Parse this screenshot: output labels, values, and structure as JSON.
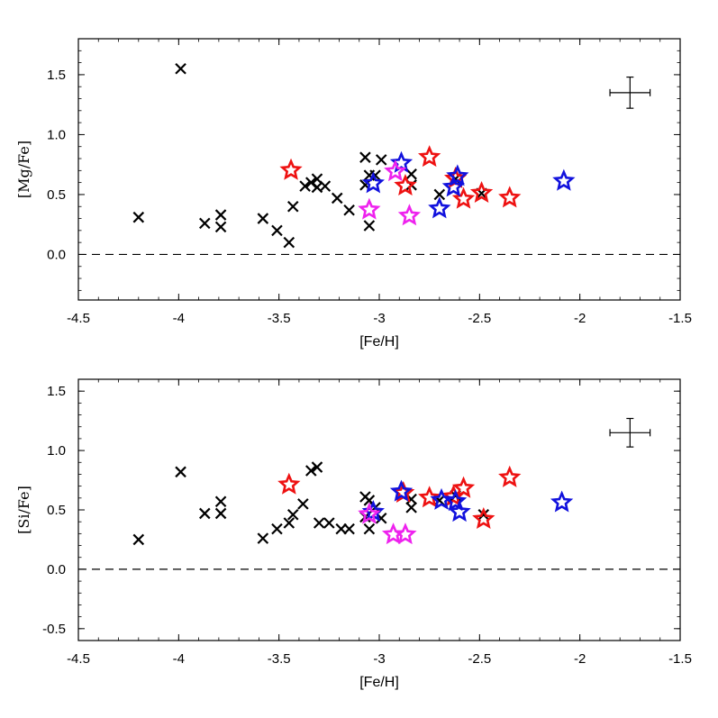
{
  "colors": {
    "cross": "#000000",
    "red": "#ee1111",
    "blue": "#1111dd",
    "magenta": "#ee22ee",
    "axis": "#000000"
  },
  "chart_data": [
    {
      "type": "scatter",
      "xlabel": "[Fe/H]",
      "ylabel": "[Mg/Fe]",
      "xlim": [
        -4.5,
        -1.5
      ],
      "ylim": [
        -0.38,
        1.8
      ],
      "xticks": [
        -4.5,
        -4,
        -3.5,
        -3,
        -2.5,
        -2,
        -1.5
      ],
      "xtick_labels": [
        "-4.5",
        "-4",
        "-3.5",
        "-3",
        "-2.5",
        "-2",
        "-1.5"
      ],
      "yticks": [
        0.0,
        0.5,
        1.0,
        1.5
      ],
      "ytick_labels": [
        "0.0",
        "0.5",
        "1.0",
        "1.5"
      ],
      "reference_line_y": 0.0,
      "error_bar": {
        "x": -1.75,
        "y": 1.35,
        "xerr": 0.1,
        "yerr": 0.13
      },
      "series": [
        {
          "marker": "cross",
          "color": "#000000",
          "points": [
            [
              -4.2,
              0.31
            ],
            [
              -3.99,
              1.55
            ],
            [
              -3.87,
              0.26
            ],
            [
              -3.79,
              0.33
            ],
            [
              -3.79,
              0.23
            ],
            [
              -3.58,
              0.3
            ],
            [
              -3.51,
              0.2
            ],
            [
              -3.45,
              0.1
            ],
            [
              -3.43,
              0.4
            ],
            [
              -3.37,
              0.57
            ],
            [
              -3.34,
              0.6
            ],
            [
              -3.31,
              0.63
            ],
            [
              -3.31,
              0.56
            ],
            [
              -3.27,
              0.57
            ],
            [
              -3.21,
              0.47
            ],
            [
              -3.15,
              0.37
            ],
            [
              -3.07,
              0.81
            ],
            [
              -3.07,
              0.58
            ],
            [
              -3.05,
              0.66
            ],
            [
              -3.05,
              0.24
            ],
            [
              -3.02,
              0.66
            ],
            [
              -2.99,
              0.79
            ],
            [
              -2.84,
              0.67
            ],
            [
              -2.84,
              0.58
            ],
            [
              -2.7,
              0.5
            ],
            [
              -2.62,
              0.63
            ],
            [
              -2.49,
              0.51
            ]
          ]
        },
        {
          "marker": "star",
          "color": "#ee1111",
          "points": [
            [
              -3.44,
              0.71
            ],
            [
              -2.87,
              0.58
            ],
            [
              -2.75,
              0.82
            ],
            [
              -2.62,
              0.64
            ],
            [
              -2.58,
              0.47
            ],
            [
              -2.49,
              0.52
            ],
            [
              -2.35,
              0.48
            ]
          ]
        },
        {
          "marker": "star",
          "color": "#1111dd",
          "points": [
            [
              -3.03,
              0.6
            ],
            [
              -2.89,
              0.77
            ],
            [
              -2.7,
              0.39
            ],
            [
              -2.63,
              0.57
            ],
            [
              -2.61,
              0.66
            ],
            [
              -2.08,
              0.62
            ]
          ]
        },
        {
          "marker": "star",
          "color": "#ee22ee",
          "points": [
            [
              -3.05,
              0.38
            ],
            [
              -2.92,
              0.7
            ],
            [
              -2.85,
              0.33
            ]
          ]
        }
      ]
    },
    {
      "type": "scatter",
      "xlabel": "[Fe/H]",
      "ylabel": "[Si/Fe]",
      "xlim": [
        -4.5,
        -1.5
      ],
      "ylim": [
        -0.6,
        1.6
      ],
      "xticks": [
        -4.5,
        -4,
        -3.5,
        -3,
        -2.5,
        -2,
        -1.5
      ],
      "xtick_labels": [
        "-4.5",
        "-4",
        "-3.5",
        "-3",
        "-2.5",
        "-2",
        "-1.5"
      ],
      "yticks": [
        -0.5,
        0.0,
        0.5,
        1.0,
        1.5
      ],
      "ytick_labels": [
        "-0.5",
        "0.0",
        "0.5",
        "1.0",
        "1.5"
      ],
      "reference_line_y": 0.0,
      "error_bar": {
        "x": -1.75,
        "y": 1.15,
        "xerr": 0.1,
        "yerr": 0.12
      },
      "series": [
        {
          "marker": "cross",
          "color": "#000000",
          "points": [
            [
              -4.2,
              0.25
            ],
            [
              -3.99,
              0.82
            ],
            [
              -3.87,
              0.47
            ],
            [
              -3.79,
              0.57
            ],
            [
              -3.79,
              0.47
            ],
            [
              -3.58,
              0.26
            ],
            [
              -3.51,
              0.34
            ],
            [
              -3.45,
              0.39
            ],
            [
              -3.43,
              0.46
            ],
            [
              -3.38,
              0.55
            ],
            [
              -3.34,
              0.83
            ],
            [
              -3.31,
              0.86
            ],
            [
              -3.3,
              0.39
            ],
            [
              -3.25,
              0.39
            ],
            [
              -3.19,
              0.34
            ],
            [
              -3.15,
              0.34
            ],
            [
              -3.07,
              0.61
            ],
            [
              -3.07,
              0.44
            ],
            [
              -3.05,
              0.58
            ],
            [
              -3.05,
              0.34
            ],
            [
              -3.02,
              0.52
            ],
            [
              -2.99,
              0.43
            ],
            [
              -2.84,
              0.59
            ],
            [
              -2.84,
              0.52
            ],
            [
              -2.7,
              0.58
            ],
            [
              -2.62,
              0.62
            ],
            [
              -2.48,
              0.46
            ]
          ]
        },
        {
          "marker": "star",
          "color": "#ee1111",
          "points": [
            [
              -3.45,
              0.72
            ],
            [
              -2.88,
              0.65
            ],
            [
              -2.75,
              0.61
            ],
            [
              -2.63,
              0.62
            ],
            [
              -2.58,
              0.69
            ],
            [
              -2.48,
              0.43
            ],
            [
              -2.35,
              0.78
            ]
          ]
        },
        {
          "marker": "star",
          "color": "#1111dd",
          "points": [
            [
              -3.03,
              0.49
            ],
            [
              -2.89,
              0.66
            ],
            [
              -2.69,
              0.59
            ],
            [
              -2.62,
              0.58
            ],
            [
              -2.6,
              0.49
            ],
            [
              -2.09,
              0.57
            ]
          ]
        },
        {
          "marker": "star",
          "color": "#ee22ee",
          "points": [
            [
              -3.05,
              0.47
            ],
            [
              -2.93,
              0.3
            ],
            [
              -2.87,
              0.3
            ]
          ]
        }
      ]
    }
  ]
}
